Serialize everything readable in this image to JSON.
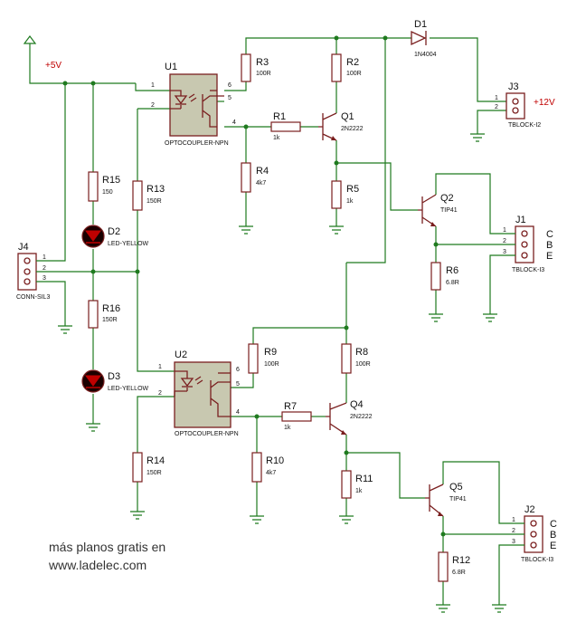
{
  "supply": {
    "label": "+5V"
  },
  "j3": {
    "ref": "J3",
    "value": "TBLOCK-I2",
    "voltage": "+12V",
    "pins": [
      "1",
      "2"
    ]
  },
  "j1": {
    "ref": "J1",
    "value": "TBLOCK-I3",
    "pins": [
      "1",
      "2",
      "3"
    ],
    "letters": [
      "C",
      "B",
      "E"
    ]
  },
  "j2": {
    "ref": "J2",
    "value": "TBLOCK-I3",
    "pins": [
      "1",
      "2",
      "3"
    ],
    "letters": [
      "C",
      "B",
      "E"
    ]
  },
  "j4": {
    "ref": "J4",
    "value": "CONN-SIL3",
    "pins": [
      "1",
      "2",
      "3"
    ]
  },
  "u1": {
    "ref": "U1",
    "value": "OPTOCOUPLER-NPN",
    "pins": [
      "1",
      "2",
      "4",
      "5",
      "6"
    ]
  },
  "u2": {
    "ref": "U2",
    "value": "OPTOCOUPLER-NPN",
    "pins": [
      "1",
      "2",
      "4",
      "5",
      "6"
    ]
  },
  "resistors": {
    "r1": {
      "ref": "R1",
      "value": "1k"
    },
    "r2": {
      "ref": "R2",
      "value": "100R"
    },
    "r3": {
      "ref": "R3",
      "value": "100R"
    },
    "r4": {
      "ref": "R4",
      "value": "4k7"
    },
    "r5": {
      "ref": "R5",
      "value": "1k"
    },
    "r6": {
      "ref": "R6",
      "value": "6.8R"
    },
    "r7": {
      "ref": "R7",
      "value": "1k"
    },
    "r8": {
      "ref": "R8",
      "value": "100R"
    },
    "r9": {
      "ref": "R9",
      "value": "100R"
    },
    "r10": {
      "ref": "R10",
      "value": "4k7"
    },
    "r11": {
      "ref": "R11",
      "value": "1k"
    },
    "r12": {
      "ref": "R12",
      "value": "6.8R"
    },
    "r13": {
      "ref": "R13",
      "value": "150R"
    },
    "r14": {
      "ref": "R14",
      "value": "150R"
    },
    "r15": {
      "ref": "R15",
      "value": "150"
    },
    "r16": {
      "ref": "R16",
      "value": "150R"
    }
  },
  "transistors": {
    "q1": {
      "ref": "Q1",
      "value": "2N2222"
    },
    "q2": {
      "ref": "Q2",
      "value": "TIP41"
    },
    "q4": {
      "ref": "Q4",
      "value": "2N2222"
    },
    "q5": {
      "ref": "Q5",
      "value": "TIP41"
    }
  },
  "diodes": {
    "d1": {
      "ref": "D1",
      "value": "1N4004"
    },
    "d2": {
      "ref": "D2",
      "value": "LED-YELLOW"
    },
    "d3": {
      "ref": "D3",
      "value": "LED-YELLOW"
    }
  },
  "footer": {
    "line1": "más planos gratis en",
    "line2": "www.ladelec.com"
  }
}
